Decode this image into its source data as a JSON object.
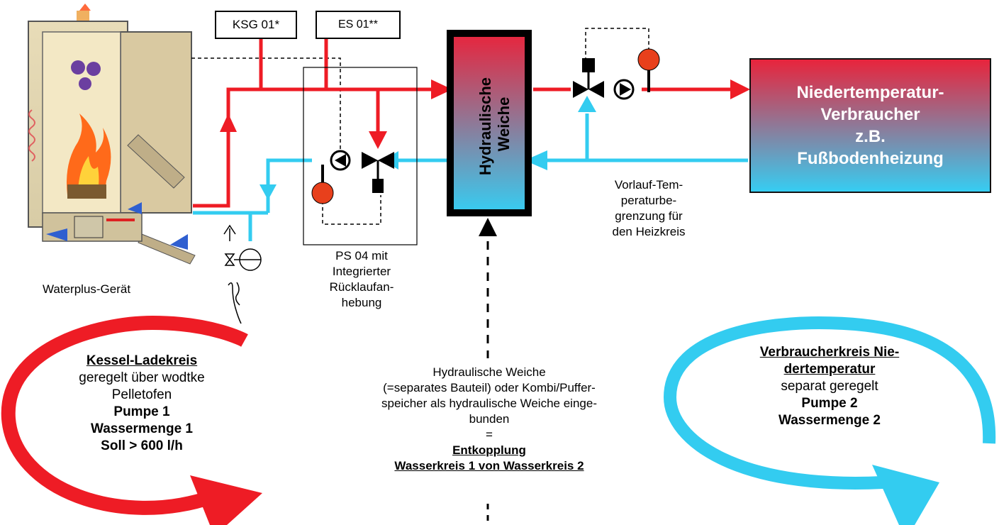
{
  "boxes": {
    "ksg": "KSG 01*",
    "es": "ES 01**",
    "weiche_line1": "Hydraulische",
    "weiche_line2": "Weiche"
  },
  "consumer_block": {
    "line1": "Niedertemperatur-",
    "line2": "Verbraucher",
    "line3": "z.B.",
    "line4": "Fußbodenheizung"
  },
  "labels": {
    "device": "Waterplus-Gerät",
    "ps04_line1": "PS 04 mit",
    "ps04_line2": "Integrierter",
    "ps04_line3": "Rücklaufan-",
    "ps04_line4": "hebung",
    "vorlauf_line1": "Vorlauf-Tem-",
    "vorlauf_line2": "peraturbe-",
    "vorlauf_line3": "grenzung für",
    "vorlauf_line4": "den Heizkreis"
  },
  "center_note": {
    "line1": "Hydraulische Weiche",
    "line2": "(=separates Bauteil) oder Kombi/Puffer-",
    "line3": "speicher als hydraulische Weiche einge-",
    "line4": "bunden",
    "line5": "=",
    "line6": "Entkopplung",
    "line7": "Wasserkreis 1 von Wasserkreis 2"
  },
  "circuit1": {
    "title": "Kessel-Ladekreis",
    "line1": "geregelt über wodtke",
    "line2": "Pelletofen",
    "line3": "Pumpe 1",
    "line4": "Wassermenge 1",
    "line5": "Soll > 600 l/h"
  },
  "circuit2": {
    "title_line1": "Verbraucherkreis Nie-",
    "title_line2": "dertemperatur",
    "line1": "separat geregelt",
    "line2": "Pumpe 2",
    "line3": "Wassermenge 2"
  },
  "colors": {
    "hot": "#ee1c25",
    "cold": "#33ccf0",
    "black": "#000000"
  }
}
